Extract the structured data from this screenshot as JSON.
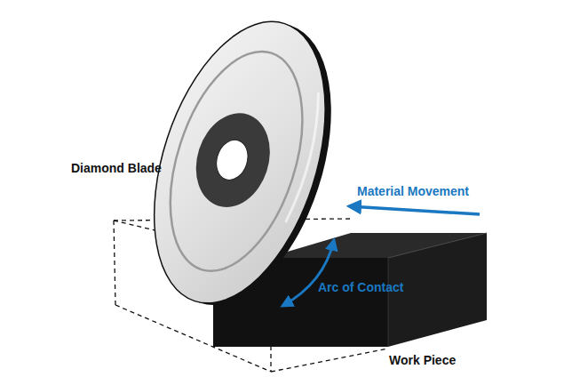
{
  "diagram": {
    "labels": [
      "Diamond Blade",
      "Material Movement",
      "Arc of Contact",
      "Work Piece"
    ]
  }
}
